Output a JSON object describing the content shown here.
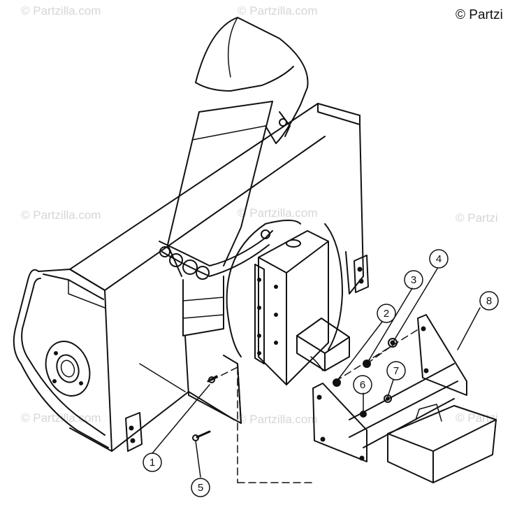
{
  "copyright": "© Partzi",
  "watermark": "© Partzilla.com",
  "watermark_right": "© Partzi",
  "callouts": [
    {
      "number": "1"
    },
    {
      "number": "2"
    },
    {
      "number": "3"
    },
    {
      "number": "4"
    },
    {
      "number": "5"
    },
    {
      "number": "6"
    },
    {
      "number": "7"
    },
    {
      "number": "8"
    }
  ]
}
